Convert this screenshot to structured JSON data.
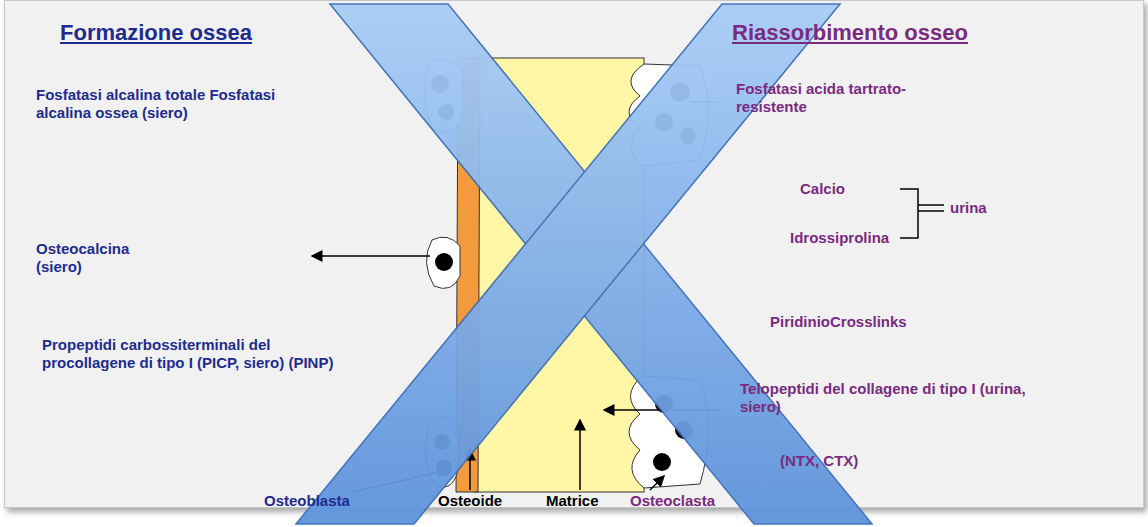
{
  "diagram": {
    "labels": [
      "Formazione ossea",
      "Riassorbimento osseo",
      "Fosfatasi alcalina totale Fosfatasi alcalina ossea (siero)",
      "Osteocalcina (siero)",
      "Propeptidi carbossiterminali del procollagene di tipo I (PICP, siero) (PINP)",
      "Fosfatasi acida tartrato-resistente",
      "Calcio",
      "Idrossiprolina",
      "urina",
      "PiridinioCrosslinks",
      "Telopeptidi del collagene di tipo I (urina, siero)",
      "(NTX, CTX)",
      "Osteoblasta",
      "Osteoide",
      "Matrice",
      "Osteoclasta"
    ]
  }
}
